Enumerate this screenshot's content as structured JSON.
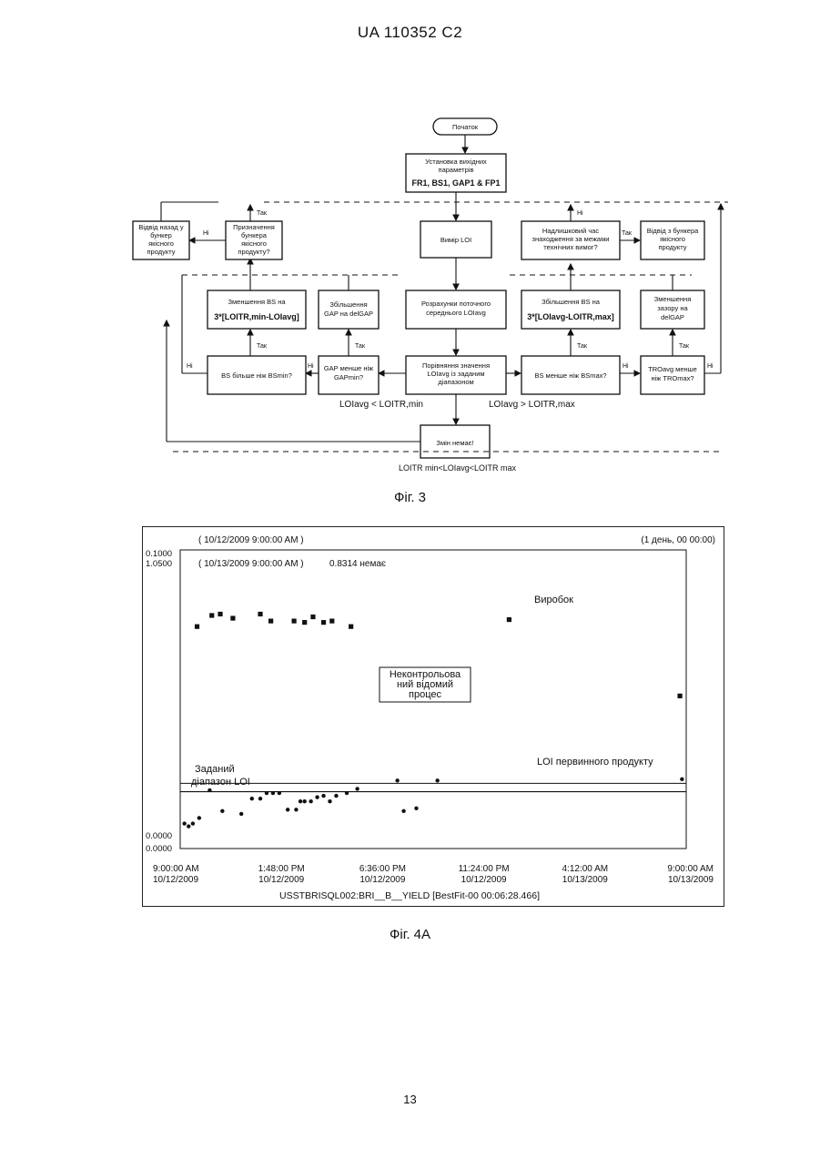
{
  "header": "UA   110352   C2",
  "fig3": {
    "caption": "Фіг. 3",
    "start": "Початок",
    "init": [
      "Установка вихідних",
      "параметрів",
      "FR1, BS1, GAP1 & FP1"
    ],
    "measure": "Вимір LOI",
    "calc": [
      "Розрахунки поточного",
      "середнього LOIavg"
    ],
    "compare": [
      "Порівняння значення",
      "LOIavg із заданим",
      "діапазоном"
    ],
    "gap_less": [
      "GAP менше ніж",
      "GAPmin?"
    ],
    "bs_more": "BS більше ніж BSmin?",
    "gap_inc": [
      "Збільшення",
      "GAP на delGAP"
    ],
    "bs_dec": [
      "Зменшення BS на",
      "3*[LOITR,min-LOIavg]"
    ],
    "assign_bunker": [
      "Призначення",
      "бункера",
      "якісного",
      "продукту?"
    ],
    "return_bunker": [
      "Відвід назад у",
      "бункер",
      "якісного",
      "продукту"
    ],
    "bs_less": "BS менше ніж BSmax?",
    "bs_inc": [
      "Збільшення BS на",
      "3*[LOIavg-LOITR,max]"
    ],
    "excess_time": [
      "Надлишковий час",
      "знаходження за межами",
      "технічних вимог?"
    ],
    "withdraw_bunker": [
      "Відвід з бункера",
      "якісного",
      "продукту"
    ],
    "trq_less": [
      "TROavg менше",
      "ніж TROmax?"
    ],
    "gap_dec": [
      "Зменшення",
      "зазору на",
      "delGAP"
    ],
    "no_change": "Змін немає!",
    "cond_left": "LOIavg < LOITR,min",
    "cond_right": "LOIavg > LOITR,max",
    "cond_bottom": "LOITR min<LOIavg<LOITR max",
    "yes": "Так",
    "no": "Ні"
  },
  "fig4a": {
    "caption": "Фіг. 4A",
    "date_start": "( 10/12/2009 9:00:00 AM )",
    "date_end": "( 10/13/2009 9:00:00 AM )",
    "value_note": "0.8314 немає",
    "period": "(1 день, 00 00:00)",
    "label_yield": "Виробок",
    "label_process": [
      "Неконтрольова",
      "ний відомий",
      "процес"
    ],
    "label_primary": "LOI первинного продукту",
    "label_range": [
      "Заданий",
      "діапазон LOI"
    ],
    "footer": "USSTBRISQL002:BRI__B__YIELD [BestFit-00 00:06:28.466]",
    "y_top": [
      "0.1000",
      "1.0500"
    ],
    "y_bottom": [
      "0.0000",
      "0.0000"
    ],
    "x_ticks": [
      {
        "time": "9:00:00 AM",
        "date": "10/12/2009"
      },
      {
        "time": "1:48:00 PM",
        "date": "10/12/2009"
      },
      {
        "time": "6:36:00 PM",
        "date": "10/12/2009"
      },
      {
        "time": "11:24:00 PM",
        "date": "10/12/2009"
      },
      {
        "time": "4:12:00 AM",
        "date": "10/13/2009"
      },
      {
        "time": "9:00:00 AM",
        "date": "10/13/2009"
      }
    ]
  },
  "page_number": "13",
  "chart_data": {
    "type": "scatter",
    "title": "",
    "xlabel": "",
    "ylabel": "",
    "x_unit": "hours since 10/12/2009 9:00:00 AM",
    "xlim": [
      0,
      24
    ],
    "ylim": [
      0.0,
      1.05
    ],
    "range_band": [
      0.205,
      0.235
    ],
    "series": [
      {
        "name": "Виробок",
        "marker": "square",
        "x": [
          0.8,
          1.5,
          1.9,
          2.5,
          3.8,
          4.3,
          5.4,
          5.9,
          6.3,
          6.8,
          7.2,
          8.1,
          15.6,
          23.7
        ],
        "y": [
          0.8,
          0.84,
          0.845,
          0.83,
          0.845,
          0.82,
          0.82,
          0.815,
          0.835,
          0.815,
          0.82,
          0.8,
          0.825,
          0.55
        ]
      },
      {
        "name": "LOI первинного продукту",
        "marker": "dot",
        "x": [
          0.2,
          0.4,
          0.6,
          0.9,
          1.4,
          2.0,
          2.9,
          3.4,
          3.8,
          4.1,
          4.4,
          4.7,
          5.1,
          5.5,
          5.7,
          5.9,
          6.2,
          6.5,
          6.8,
          7.1,
          7.4,
          7.9,
          8.4,
          10.3,
          10.6,
          11.2,
          12.2,
          23.8
        ],
        "y": [
          0.09,
          0.08,
          0.09,
          0.11,
          0.21,
          0.135,
          0.125,
          0.18,
          0.18,
          0.2,
          0.2,
          0.2,
          0.14,
          0.14,
          0.17,
          0.17,
          0.17,
          0.185,
          0.19,
          0.17,
          0.19,
          0.2,
          0.215,
          0.245,
          0.135,
          0.145,
          0.245,
          0.25
        ]
      }
    ]
  }
}
